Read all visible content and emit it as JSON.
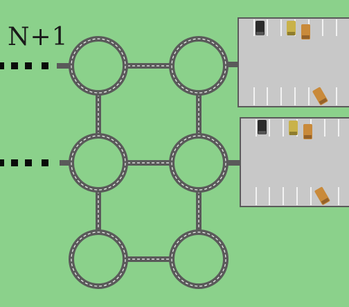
{
  "level": {
    "label": "N+1"
  },
  "colors": {
    "grass": "#8bd18b",
    "road": "#5a5a5a",
    "road_edge": "#444444",
    "lane_mark": "#f2f2f2",
    "lot": "#c8c8c8",
    "lot_border": "#5a5a5a",
    "dots": "#0a0a0a",
    "car_black": "#2b2b2b",
    "car_yellow": "#c9b24a",
    "car_orange": "#c98a3a"
  },
  "roundabouts": [
    {
      "name": "roundabout-r1-c1"
    },
    {
      "name": "roundabout-r1-c2"
    },
    {
      "name": "roundabout-r2-c1"
    },
    {
      "name": "roundabout-r2-c2"
    },
    {
      "name": "roundabout-r3-c1"
    },
    {
      "name": "roundabout-r3-c2"
    }
  ],
  "parking_lots": [
    {
      "name": "parking-lot-top",
      "cars": [
        "black",
        "yellow",
        "orange",
        "orange-departing"
      ]
    },
    {
      "name": "parking-lot-bottom",
      "cars": [
        "black",
        "yellow",
        "orange",
        "orange-departing"
      ]
    }
  ]
}
